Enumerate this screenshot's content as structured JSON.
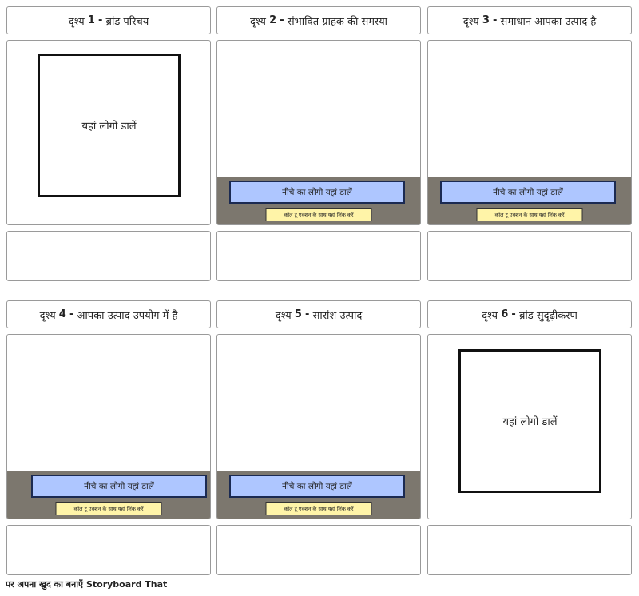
{
  "scenes": [
    {
      "scene_word": "दृश्य",
      "number": "1",
      "title": "ब्रांड परिचय",
      "logo_text": "यहां लोगो डालें"
    },
    {
      "scene_word": "दृश्य",
      "number": "2",
      "title": "संभावित ग्राहक की समस्या",
      "band_label": "नीचे का लोगो यहां डालें",
      "cta_label": "कॉल टू एक्शन के साथ यहां लिंक करें"
    },
    {
      "scene_word": "दृश्य",
      "number": "3",
      "title": "समाधान आपका उत्पाद है",
      "band_label": "नीचे का लोगो यहां डालें",
      "cta_label": "कॉल टू एक्शन के साथ यहां लिंक करें"
    },
    {
      "scene_word": "दृश्य",
      "number": "4",
      "title": "आपका उत्पाद उपयोग में है",
      "band_label": "नीचे का लोगो यहां डालें",
      "cta_label": "कॉल टू एक्शन के साथ यहां लिंक करें"
    },
    {
      "scene_word": "दृश्य",
      "number": "5",
      "title": "सारांश उत्पाद",
      "band_label": "नीचे का लोगो यहां डालें",
      "cta_label": "कॉल टू एक्शन के साथ यहां लिंक करें"
    },
    {
      "scene_word": "दृश्य",
      "number": "6",
      "title": "ब्रांड सुदृढ़ीकरण",
      "logo_text": "यहां लोगो डालें"
    }
  ],
  "footer": {
    "text": "पर अपना खुद का बनाएँ Storyboard That"
  },
  "colors": {
    "band": "#7c776e",
    "blue_bar": "#aec6ff",
    "yellow_tag": "#fff4a8"
  }
}
